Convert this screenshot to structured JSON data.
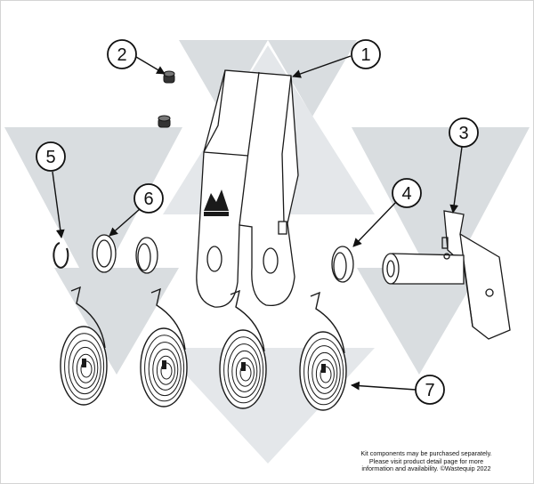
{
  "watermark": {
    "color": "#d9dde0"
  },
  "parts": [
    {
      "number": "1",
      "name": "main arm bracket"
    },
    {
      "number": "2",
      "name": "set screws"
    },
    {
      "number": "3",
      "name": "pivot shaft with mounting plate"
    },
    {
      "number": "4",
      "name": "bushing"
    },
    {
      "number": "5",
      "name": "snap ring"
    },
    {
      "number": "6",
      "name": "washer and bushing"
    },
    {
      "number": "7",
      "name": "torsion springs"
    }
  ],
  "footnote": {
    "line1": "Kit components may be purchased separately.",
    "line2": "Please visit product detail page for more",
    "line3": "information and availability. ©Wastequip 2022"
  },
  "colors": {
    "outline": "#1a1a1a",
    "accent": "#111111"
  }
}
